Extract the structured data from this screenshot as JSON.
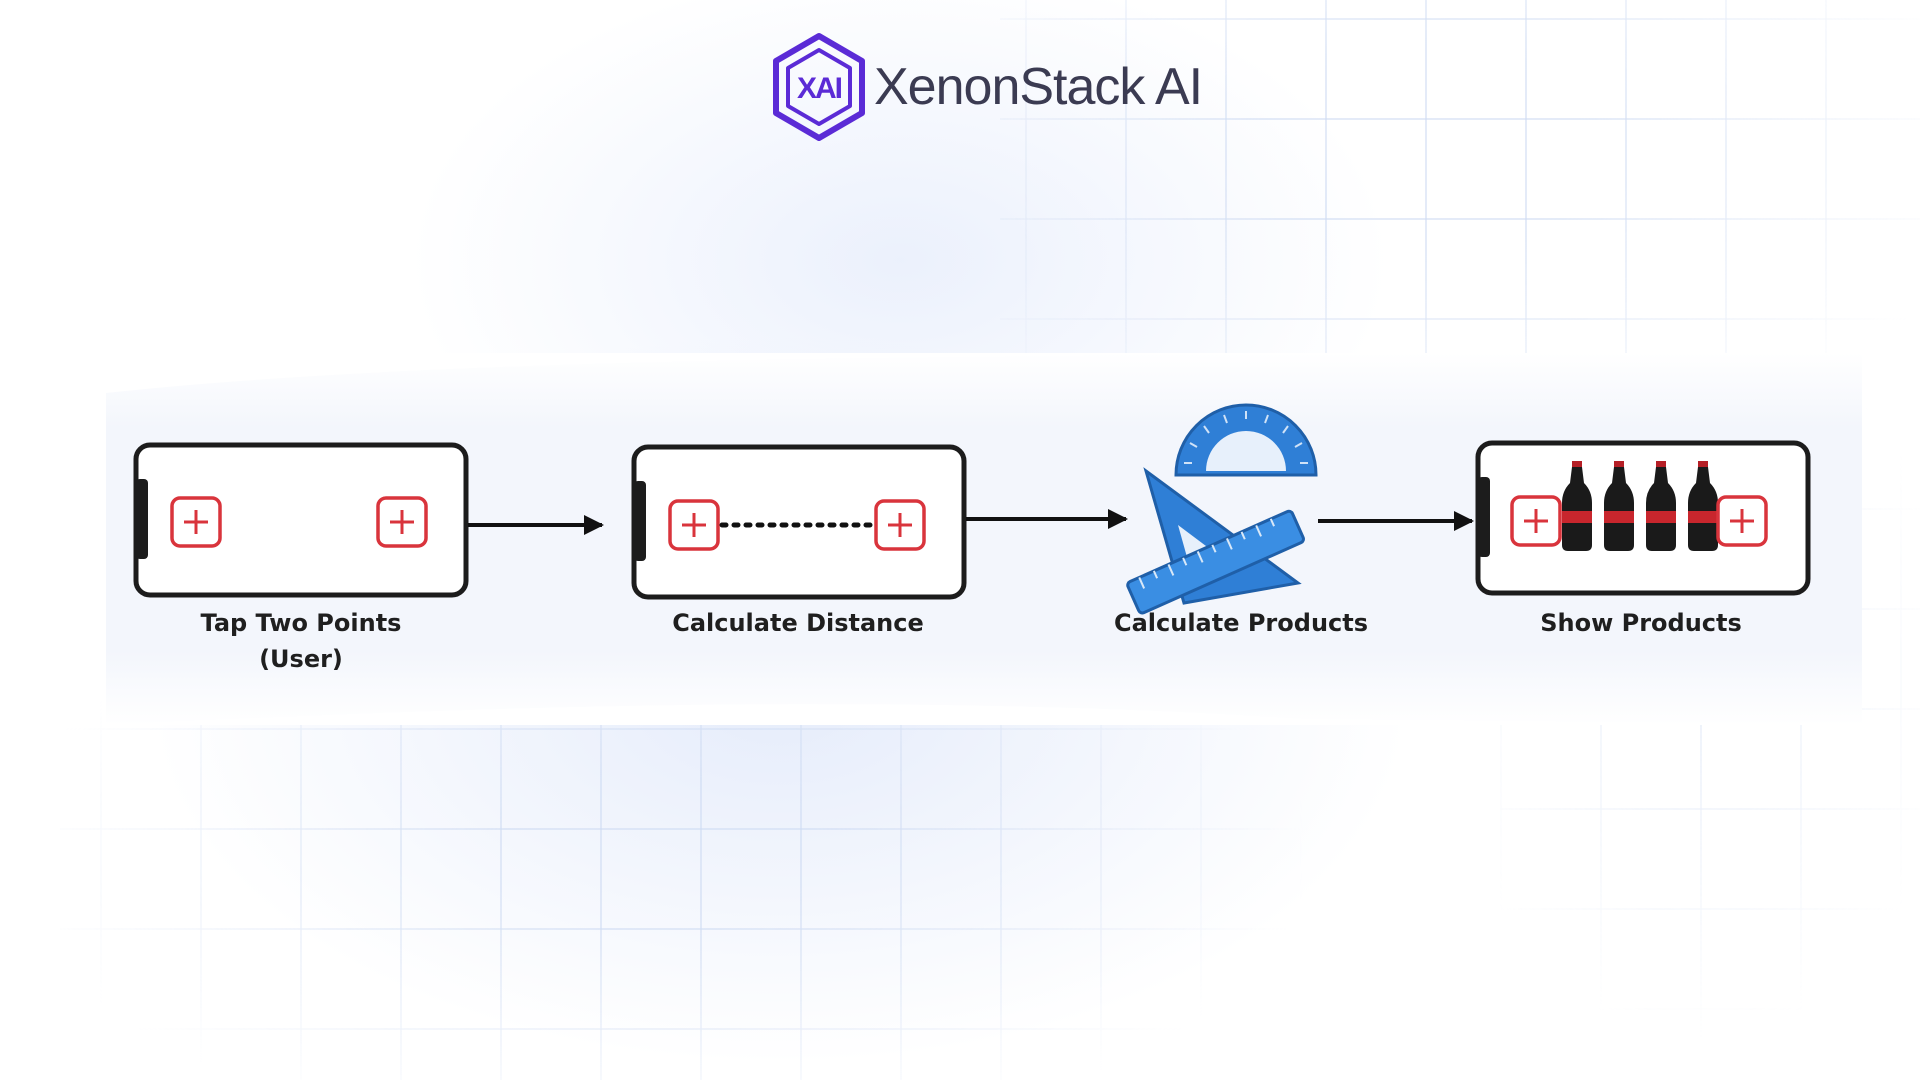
{
  "brand": {
    "name": "XenonStack AI",
    "logo_text": "XAI",
    "logo_color": "#5b2bd6"
  },
  "flow": {
    "steps": [
      {
        "label_line1": "Tap Two Points",
        "label_line2": "(User)",
        "icon": "phone-with-two-points-icon"
      },
      {
        "label_line1": "Calculate Distance",
        "label_line2": "",
        "icon": "phone-with-measured-distance-icon"
      },
      {
        "label_line1": "Calculate Products",
        "label_line2": "",
        "icon": "ruler-protractor-set-square-icon"
      },
      {
        "label_line1": "Show Products",
        "label_line2": "",
        "icon": "phone-with-products-icon"
      }
    ],
    "colors": {
      "marker": "#d9343c",
      "tool": "#2f7fd6",
      "phone_frame": "#1c1c1c",
      "bottle": "#b51f26"
    }
  }
}
